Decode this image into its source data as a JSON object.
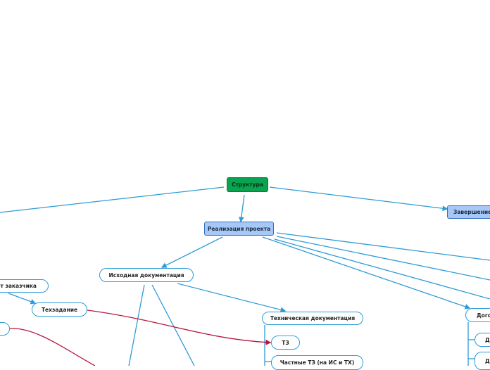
{
  "colors": {
    "link_blue": "#2e9bd6",
    "link_red": "#b8173e",
    "root_fill": "#0aa34f",
    "main_fill": "#a7c8f7"
  },
  "nodes": {
    "root": "Структура",
    "implementation": "Реализация проекта",
    "completion": "Завершение",
    "source_docs": "Исходная  документация",
    "from_customer": "от заказчика",
    "spec": "Техзадание",
    "tech_docs": "Техническая документация",
    "tz": "ТЗ",
    "partial_tz": "Частные ТЗ (на ИС и ТХ)",
    "contract": "Догов",
    "contract_child_1": "Д",
    "contract_child_2": "Д"
  }
}
